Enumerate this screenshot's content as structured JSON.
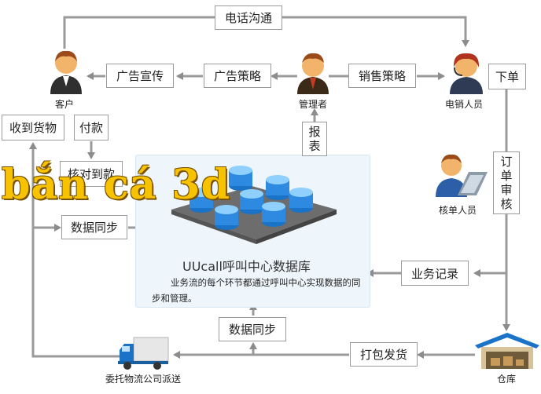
{
  "nodes": {
    "customer": "客户",
    "manager": "管理者",
    "telesales": "电销人员",
    "order_checker": "核单人员",
    "logistics": "委托物流公司派送",
    "warehouse": "仓库"
  },
  "boxes": {
    "phone": "电话沟通",
    "ad_promo": "广告宣传",
    "ad_strategy": "广告策略",
    "sales_strategy": "销售策略",
    "place_order": "下单",
    "received": "收到货物",
    "payment": "付款",
    "verify_payment": "核对到款",
    "report": "报表",
    "data_sync_left": "数据同步",
    "order_review": "订单审核",
    "business_record": "业务记录",
    "data_sync_bottom": "数据同步",
    "pack_ship": "打包发货"
  },
  "database": {
    "title": "UUcall呼叫中心数据库",
    "description": "业务流的每个环节都通过呼叫中心实现数据的同步和管理。"
  },
  "watermark": "bắn cá 3d",
  "colors": {
    "line": "#9a9a9a",
    "panel": "#eef5fb",
    "watermark": "#f7c300"
  }
}
